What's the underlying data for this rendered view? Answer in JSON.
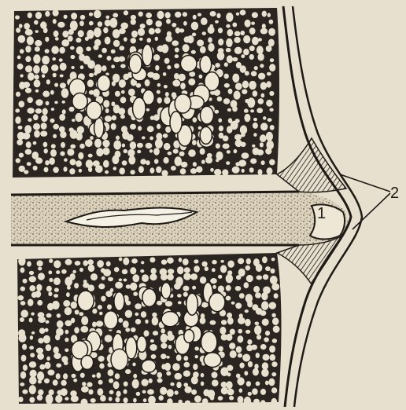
{
  "labels": {
    "marker_1": "1",
    "marker_2": "2"
  },
  "colors": {
    "paper": "#e8e0cf",
    "ink": "#1e1a16",
    "disc_fill": "#dcd2bc",
    "bone_fill": "#2a2520"
  },
  "regions": [
    "upper-vertebral-body",
    "lower-vertebral-body",
    "intervertebral-disc",
    "nucleus-cleft",
    "anterior-ligament-outline"
  ]
}
